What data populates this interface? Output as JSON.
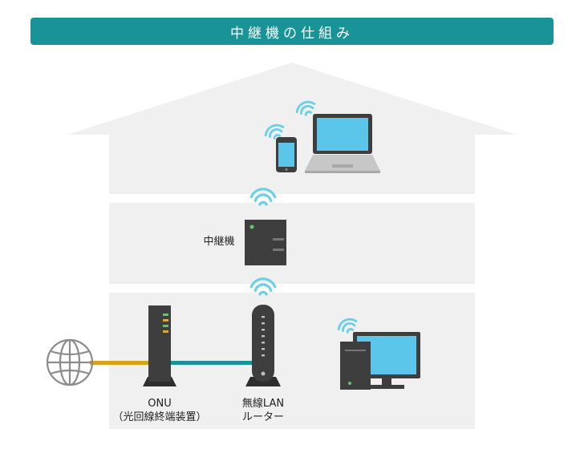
{
  "title": "中継機の仕組み",
  "labels": {
    "repeater": "中継機",
    "onu_line1": "ONU",
    "onu_line2": "（光回線終端装置）",
    "router_line1": "無線LAN",
    "router_line2": "ルーター"
  },
  "colors": {
    "title_bg": "#1a9398",
    "house": "#f0f0f0",
    "floor_gap": "#ffffff",
    "device_dark": "#3e3e3e",
    "screen": "#5cc6ea",
    "wifi": "#6ccfe8",
    "cable_external": "#d9a21b",
    "cable_internal": "#1a9398",
    "globe": "#8c8c8c",
    "led_green": "#63c46a",
    "led_orange": "#e7a23a"
  },
  "icons": [
    "globe-icon",
    "onu-device",
    "wireless-router",
    "repeater-device",
    "smartphone",
    "laptop",
    "desktop-pc",
    "wifi-icon"
  ]
}
